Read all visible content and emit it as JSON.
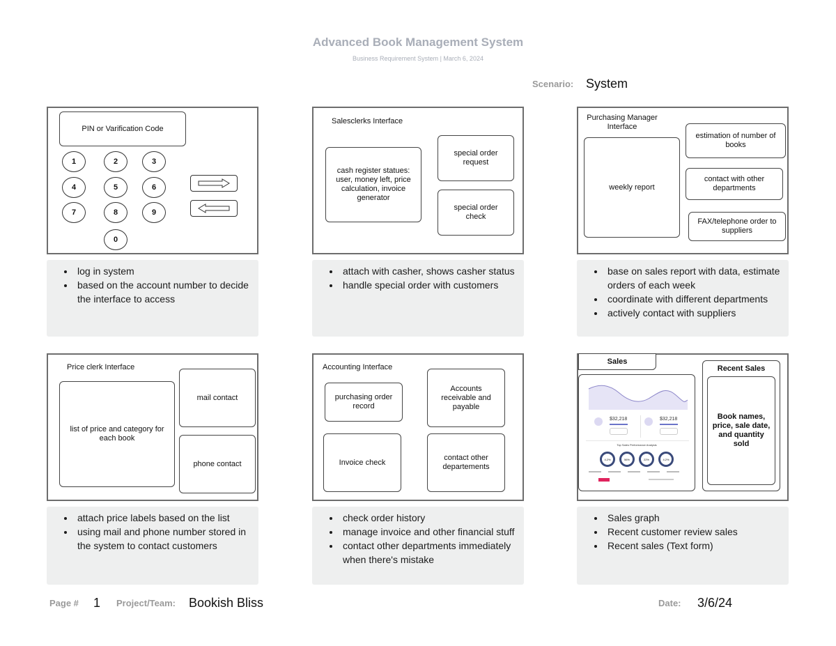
{
  "header": {
    "title": "Advanced Book Management System",
    "subtitle": "Business Requirement System | March 6, 2024",
    "scenario_label": "Scenario:",
    "scenario_value": "System"
  },
  "panel1": {
    "pin_box": "PIN or Varification Code",
    "keys": [
      "1",
      "2",
      "3",
      "4",
      "5",
      "6",
      "7",
      "8",
      "9",
      "0"
    ],
    "notes": [
      "log in system",
      "based on the account number to decide the interface to access"
    ]
  },
  "panel2": {
    "title": "Salesclerks Interface",
    "cash_register": "cash register statues: user, money left, price calculation, invoice generator",
    "special_request": "special order request",
    "special_check": "special order check",
    "notes": [
      "attach with casher, shows casher status",
      "handle special order with customers"
    ]
  },
  "panel3": {
    "title": "Purchasing Manager Interface",
    "weekly": "weekly report",
    "estimation": "estimation of number of books",
    "contact": "contact with other departments",
    "fax": "FAX/telephone order to suppliers",
    "notes": [
      "base on sales report with data, estimate orders of each week",
      "coordinate with different departments",
      "actively contact with suppliers"
    ]
  },
  "panel4": {
    "title": "Price clerk Interface",
    "list": "list of price and category for each book",
    "mail": "mail contact",
    "phone": "phone contact",
    "notes": [
      "attach price labels based on the list",
      "using mail and phone number stored in the system to contact customers"
    ]
  },
  "panel5": {
    "title": "Accounting Interface",
    "purchasing": "purchasing order record",
    "accounts": "Accounts receivable and payable",
    "invoice": "Invoice check",
    "contact": "contact other departements",
    "notes": [
      "check order history",
      "manage invoice and other financial stuff",
      "contact other departments immediately when there's mistake"
    ]
  },
  "panel6": {
    "sales_tab": "Sales",
    "recent_title": "Recent Sales",
    "recent_box": "Book names, price, sale date, and quantity sold",
    "stat1": "$32,218",
    "stat2": "$32,218",
    "donut_title": "Top Sales Performance Analysis",
    "donuts": [
      "4.2%",
      "56%",
      "22%",
      "4.2%"
    ],
    "notes": [
      "Sales graph",
      "Recent customer review sales",
      "Recent sales (Text form)"
    ]
  },
  "footer": {
    "page_label": "Page #",
    "page_value": "1",
    "team_label": "Project/Team:",
    "team_value": "Bookish Bliss",
    "date_label": "Date:",
    "date_value": "3/6/24"
  },
  "colors": {
    "chart_line": "#b8b3e2",
    "chart_fill": "#dcd9f2",
    "donut": "#3a4a7a",
    "accent_red": "#e0245e"
  }
}
